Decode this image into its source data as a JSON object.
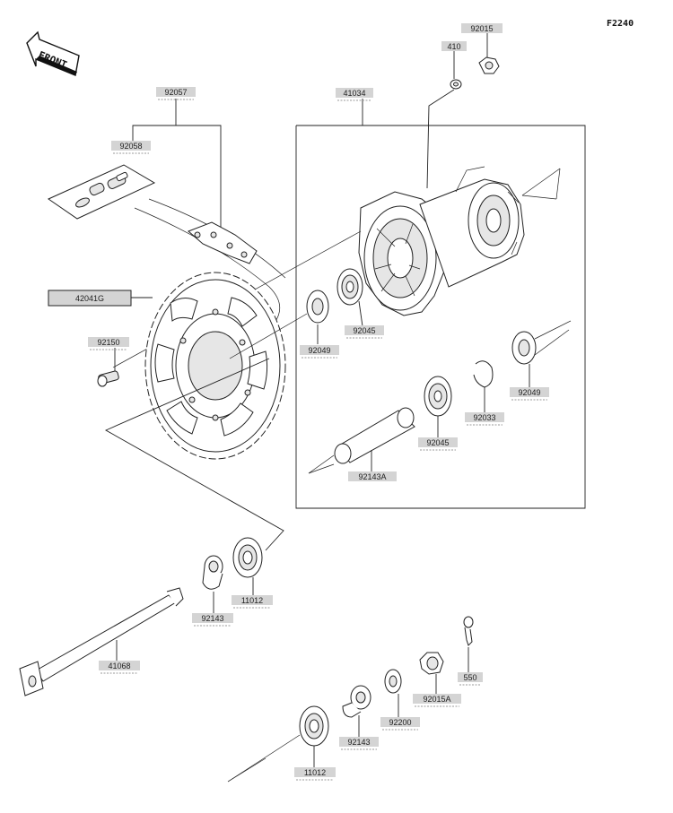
{
  "figure_code": "F2240",
  "front_label": "FRONT",
  "labels": {
    "l92015_top": "92015",
    "l410": "410",
    "l41034": "41034",
    "l92057": "92057",
    "l92058": "92058",
    "l42041G": "42041G",
    "l92150": "92150",
    "l92049_a": "92049",
    "l92045_a": "92045",
    "l92049_b": "92049",
    "l92033": "92033",
    "l92045_b": "92045",
    "l92143A": "92143A",
    "l11012_a": "11012",
    "l92143_a": "92143",
    "l41068": "41068",
    "l550": "550",
    "l92015A": "92015A",
    "l92200": "92200",
    "l92143_b": "92143",
    "l11012_b": "11012"
  },
  "colors": {
    "label_fill": "#d4d4d4",
    "line": "#222222"
  }
}
